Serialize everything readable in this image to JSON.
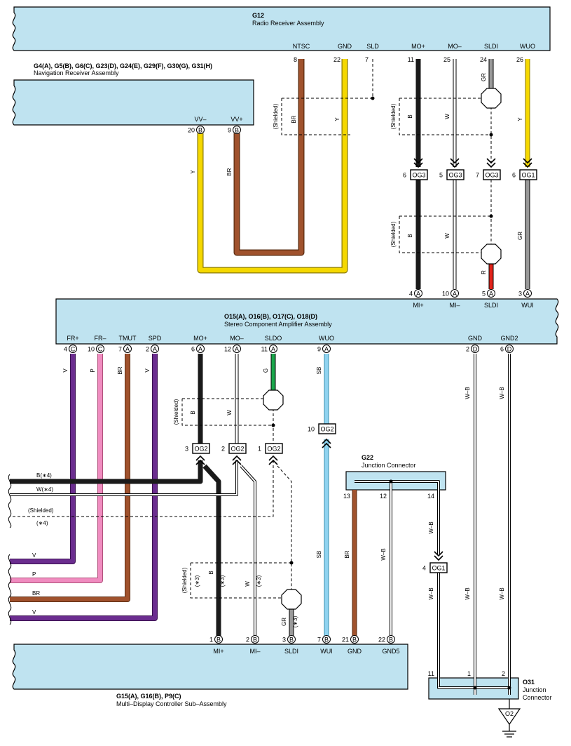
{
  "colors": {
    "box_fill": "#bfe3f0",
    "yellow": "#f5d800",
    "brown": "#a0522d",
    "black": "#1a1a1a",
    "gray": "#999999",
    "red": "#e2231a",
    "green": "#1aa64b",
    "violet": "#6b2d8f",
    "pink": "#f08cc0",
    "skyblue": "#8fd3f0"
  },
  "components": {
    "g12": {
      "code": "G12",
      "name": "Radio Receiver Assembly"
    },
    "nav": {
      "code": "G4(A), G5(B), G6(C), G23(D), G24(E), G29(F), G30(G), G31(H)",
      "name": "Navigation Receiver Assembly"
    },
    "amp": {
      "code": "O15(A), O16(B), O17(C), O18(D)",
      "name": "Stereo Component Amplifier Assembly"
    },
    "g22": {
      "code": "G22",
      "name": "Junction Connector"
    },
    "disp": {
      "code": "G15(A), G16(B), P9(C)",
      "name": "Multi–Display Controller Sub–Assembly"
    },
    "o31": {
      "code": "O31",
      "name_line1": "Junction",
      "name_line2": "Connector"
    },
    "ground": "O2"
  },
  "g12_terminals": [
    {
      "name": "NTSC",
      "pin": "8"
    },
    {
      "name": "GND",
      "pin": "22"
    },
    {
      "name": "SLD",
      "pin": "7"
    },
    {
      "name": "MO+",
      "pin": "11"
    },
    {
      "name": "MO–",
      "pin": "25"
    },
    {
      "name": "SLDI",
      "pin": "24"
    },
    {
      "name": "WUO",
      "pin": "26"
    }
  ],
  "nav_terminals": [
    {
      "name": "VV–",
      "pin": "20",
      "conn": "B"
    },
    {
      "name": "VV+",
      "pin": "9",
      "conn": "B"
    }
  ],
  "og3_connectors": [
    {
      "pin": "6",
      "label": "OG3"
    },
    {
      "pin": "5",
      "label": "OG3"
    },
    {
      "pin": "7",
      "label": "OG3"
    },
    {
      "pin": "6",
      "label": "OG1"
    }
  ],
  "amp_top_terminals": [
    {
      "name": "MI+",
      "pin": "4",
      "conn": "A"
    },
    {
      "name": "MI–",
      "pin": "10",
      "conn": "A"
    },
    {
      "name": "SLDI",
      "pin": "5",
      "conn": "A"
    },
    {
      "name": "WUI",
      "pin": "3",
      "conn": "A"
    }
  ],
  "amp_bottom_terminals": [
    {
      "name": "FR+",
      "pin": "4",
      "conn": "C"
    },
    {
      "name": "FR–",
      "pin": "10",
      "conn": "C"
    },
    {
      "name": "TMUT",
      "pin": "7",
      "conn": "A"
    },
    {
      "name": "SPD",
      "pin": "2",
      "conn": "A"
    },
    {
      "name": "MO+",
      "pin": "6",
      "conn": "A"
    },
    {
      "name": "MO–",
      "pin": "12",
      "conn": "A"
    },
    {
      "name": "SLDO",
      "pin": "11",
      "conn": "A"
    },
    {
      "name": "WUO",
      "pin": "9",
      "conn": "A"
    },
    {
      "name": "GND",
      "pin": "2",
      "conn": "D"
    },
    {
      "name": "GND2",
      "pin": "6",
      "conn": "D"
    }
  ],
  "og2_connectors": [
    {
      "pin": "3",
      "label": "OG2"
    },
    {
      "pin": "2",
      "label": "OG2"
    },
    {
      "pin": "1",
      "label": "OG2"
    },
    {
      "pin": "10",
      "label": "OG2"
    }
  ],
  "og1_lower": {
    "pin": "4",
    "label": "OG1"
  },
  "g22_pins": [
    "13",
    "12",
    "14"
  ],
  "disp_terminals": [
    {
      "name": "MI+",
      "pin": "1",
      "conn": "B"
    },
    {
      "name": "MI–",
      "pin": "2",
      "conn": "B"
    },
    {
      "name": "SLDI",
      "pin": "3",
      "conn": "B"
    },
    {
      "name": "WUI",
      "pin": "7",
      "conn": "B"
    },
    {
      "name": "GND",
      "pin": "21",
      "conn": "B"
    },
    {
      "name": "GND5",
      "pin": "22",
      "conn": "B"
    }
  ],
  "o31_pins": [
    "11",
    "1",
    "2"
  ],
  "wire_colors": {
    "ntsc": "BR",
    "gnd_top": "Y",
    "vvm": "Y",
    "vvp": "BR",
    "mo_plus_top": "B",
    "mo_minus_top": "W",
    "sldi_top": "GR",
    "wuo_top": "Y",
    "mi_plus_mid": "B",
    "mi_minus_mid": "W",
    "sldi_mid": "R",
    "wui_mid": "GR",
    "fr_plus": "V",
    "fr_minus": "P",
    "tmut": "BR",
    "spd": "V",
    "mo_plus_low": "B",
    "mo_minus_low": "W",
    "sldo": "G",
    "wuo_low": "SB",
    "gnd_d": "W–B",
    "gnd2_d": "W–B",
    "wui_low": "SB",
    "gnd21": "BR",
    "gnd5": "W–B",
    "g22_14": "W–B",
    "og1_low": "W–B",
    "o31_1": "W–B",
    "o31_2": "W–B",
    "mi_plus_low": "B",
    "mi_minus_low": "W",
    "sldi_low": "GR"
  },
  "shield_text": "(Shielded)",
  "note_mark": "(∗4)",
  "note_mark3": "(∗3)",
  "left_ends": [
    {
      "label": "B(∗4)"
    },
    {
      "label": "W(∗4)"
    },
    {
      "label": "(Shielded)"
    },
    {
      "label": "(∗4)"
    },
    {
      "label": "V"
    },
    {
      "label": "P"
    },
    {
      "label": "BR"
    },
    {
      "label": "V"
    }
  ]
}
